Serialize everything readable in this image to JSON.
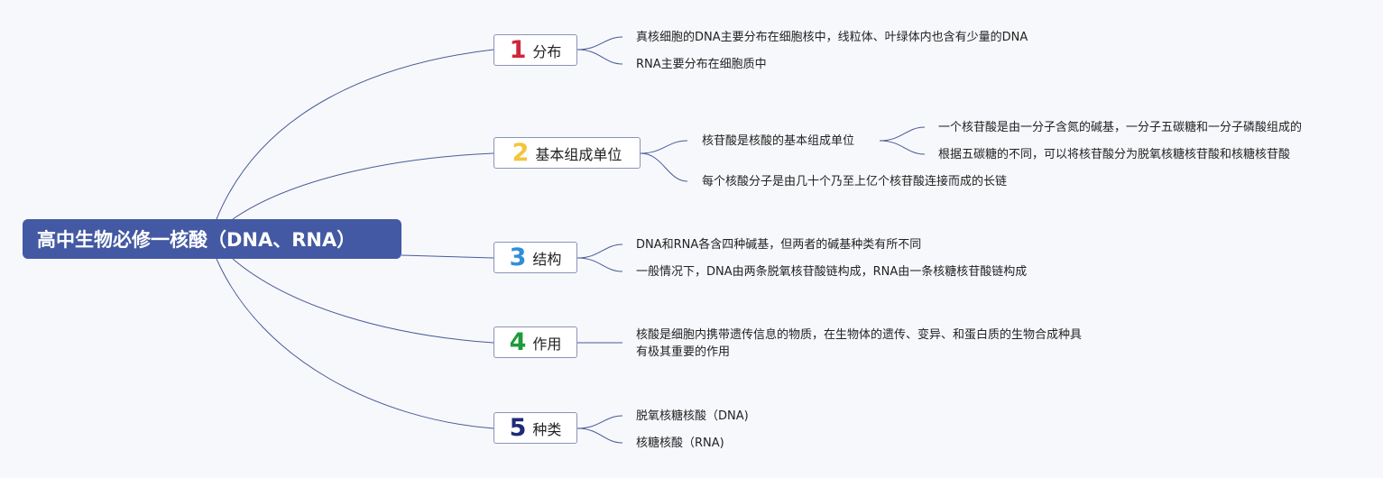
{
  "title": "高中生物必修一核酸（DNA、RNA）",
  "colors": {
    "root_fill": "#4459a3",
    "line": "#4a5a9a",
    "num1": "#d0253a",
    "num2": "#f2c53d",
    "num3": "#2f8fd8",
    "num4": "#1f9a3a",
    "num5": "#1f2a78"
  },
  "branches": [
    {
      "num": "1",
      "label": "分布",
      "children": [
        {
          "text": "真核细胞的DNA主要分布在细胞核中，线粒体、叶绿体内也含有少量的DNA"
        },
        {
          "text": "RNA主要分布在细胞质中"
        }
      ]
    },
    {
      "num": "2",
      "label": "基本组成单位",
      "children": [
        {
          "text": "核苷酸是核酸的基本组成单位",
          "children": [
            {
              "text": "一个核苷酸是由一分子含氮的碱基，一分子五碳糖和一分子磷酸组成的"
            },
            {
              "text": "根据五碳糖的不同，可以将核苷酸分为脱氧核糖核苷酸和核糖核苷酸"
            }
          ]
        },
        {
          "text": "每个核酸分子是由几十个乃至上亿个核苷酸连接而成的长链"
        }
      ]
    },
    {
      "num": "3",
      "label": "结构",
      "children": [
        {
          "text": "DNA和RNA各含四种碱基，但两者的碱基种类有所不同"
        },
        {
          "text": "一般情况下，DNA由两条脱氧核苷酸链构成，RNA由一条核糖核苷酸链构成"
        }
      ]
    },
    {
      "num": "4",
      "label": "作用",
      "children": [
        {
          "text": "核酸是细胞内携带遗传信息的物质，在生物体的遗传、变异、和蛋白质的生物合成种具有极其重要的作用"
        }
      ]
    },
    {
      "num": "5",
      "label": "种类",
      "children": [
        {
          "text": "脱氧核糖核酸（DNA)"
        },
        {
          "text": "核糖核酸（RNA)"
        }
      ]
    }
  ]
}
